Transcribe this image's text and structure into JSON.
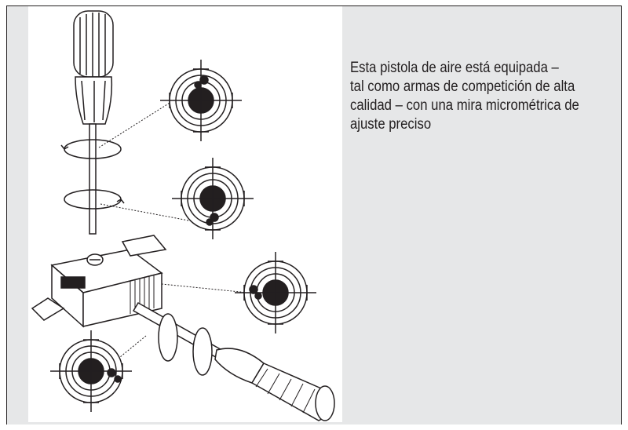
{
  "caption": {
    "lines": [
      "Esta pistola de aire está equipada –",
      "tal como armas de competición de alta",
      "calidad – con una mira micrométrica de",
      "ajuste preciso"
    ]
  },
  "illustration": {
    "icon": "micrometer-sight-adjustment-diagram-icon",
    "colors": {
      "ink": "#231f20",
      "panel": "#e6e7e8",
      "paper": "#ffffff"
    }
  }
}
